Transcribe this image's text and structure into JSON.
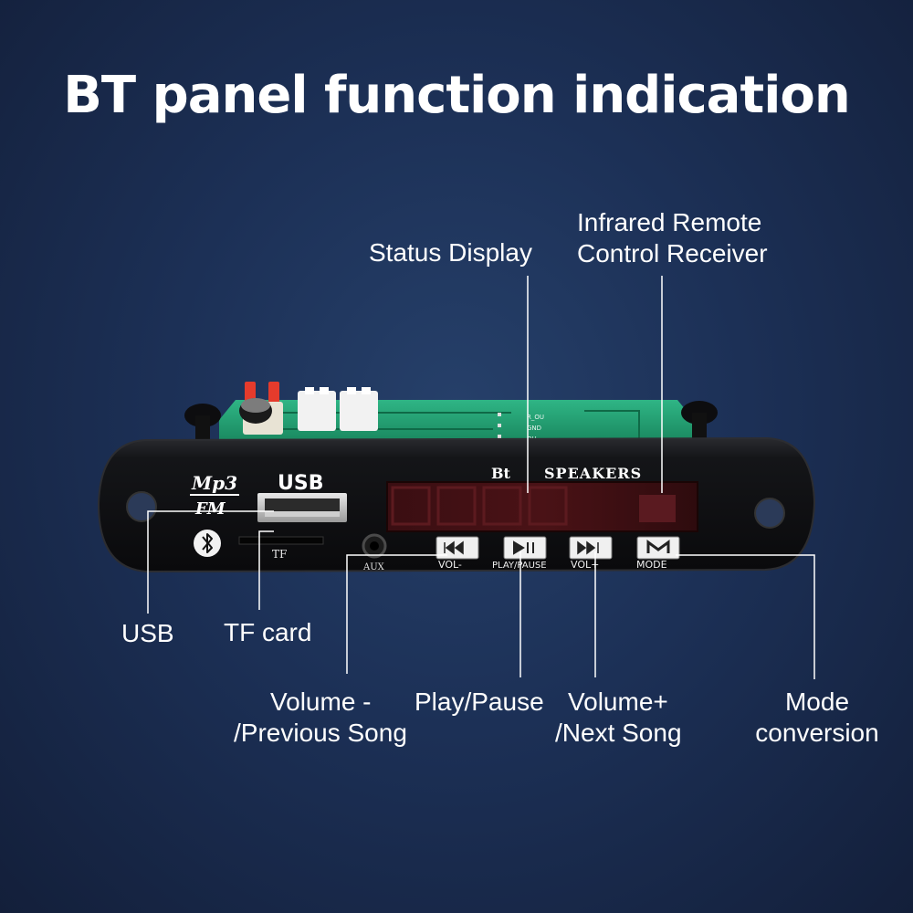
{
  "title": "BT panel function indication",
  "panel": {
    "mp3_text": "Mp3",
    "fm_text": "FM",
    "usb_text": "USB",
    "tf_text": "TF",
    "aux_text": "AUX",
    "brand_text": "Bt",
    "speakers_text": "SPEAKERS",
    "buttons": [
      {
        "label": "VOL-",
        "icon": "prev-icon"
      },
      {
        "label": "PLAY/PAUSE",
        "icon": "play-pause-icon"
      },
      {
        "label": "VOL+",
        "icon": "next-icon"
      },
      {
        "label": "MODE",
        "icon": "mode-icon"
      }
    ],
    "pcb_texts": [
      "R_OU",
      "GND",
      "OU"
    ],
    "colors": {
      "panel": "#111214",
      "pcb": "#1f9a6b",
      "display": "#3a0f12"
    }
  },
  "callouts": {
    "status_display": "Status Display",
    "ir_receiver_line1": "Infrared Remote",
    "ir_receiver_line2": "Control Receiver",
    "usb": "USB",
    "tf_card": "TF card",
    "volume_minus_line1": "Volume -",
    "volume_minus_line2": "/Previous Song",
    "play_pause": "Play/Pause",
    "volume_plus_line1": "Volume+",
    "volume_plus_line2": "/Next Song",
    "mode_line1": "Mode",
    "mode_line2": "conversion"
  }
}
